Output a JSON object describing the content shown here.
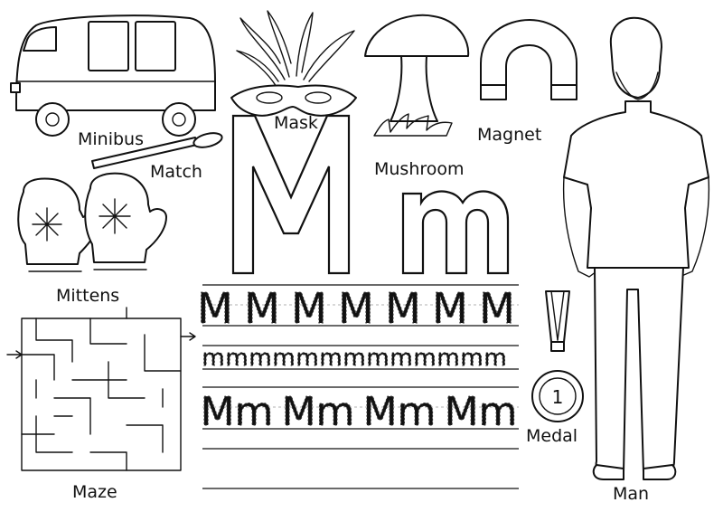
{
  "labels": {
    "minibus": "Minibus",
    "mask": "Mask",
    "mushroom": "Mushroom",
    "magnet": "Magnet",
    "match": "Match",
    "mittens": "Mittens",
    "maze": "Maze",
    "medal": "Medal",
    "man": "Man"
  },
  "medal_number": "1",
  "letters": {
    "upper": "M",
    "lower": "m"
  },
  "tracing": {
    "row1": [
      "M",
      "M",
      "M",
      "M",
      "M",
      "M",
      "M"
    ],
    "row2": [
      "m",
      "m",
      "m",
      "m",
      "m",
      "m",
      "m",
      "m",
      "m",
      "m",
      "m",
      "m",
      "m"
    ],
    "row3": [
      "Mm",
      "Mm",
      "Mm",
      "Mm"
    ]
  }
}
